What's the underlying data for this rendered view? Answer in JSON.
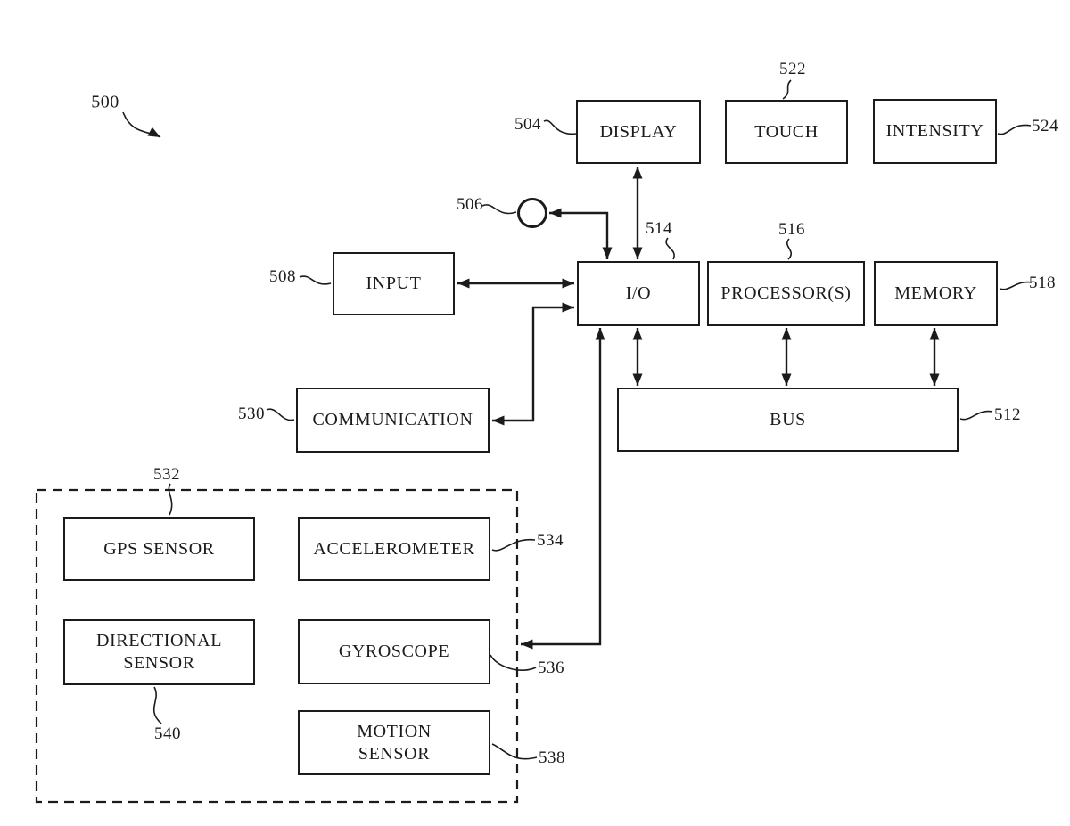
{
  "figure": {
    "fig_label": "500",
    "blocks": {
      "display": {
        "label": "DISPLAY",
        "ref": "504"
      },
      "touch": {
        "label": "TOUCH",
        "ref": "522"
      },
      "intensity": {
        "label": "INTENSITY",
        "ref": "524"
      },
      "input": {
        "label": "INPUT",
        "ref": "508"
      },
      "io": {
        "label": "I/O",
        "ref": "514"
      },
      "processors": {
        "label": "PROCESSOR(S)",
        "ref": "516"
      },
      "memory": {
        "label": "MEMORY",
        "ref": "518"
      },
      "communication": {
        "label": "COMMUNICATION",
        "ref": "530"
      },
      "bus": {
        "label": "BUS",
        "ref": "512"
      },
      "gps_sensor": {
        "label": "GPS SENSOR"
      },
      "accelerometer": {
        "label": "ACCELEROMETER",
        "ref": "534"
      },
      "directional_sensor": {
        "label": "DIRECTIONAL SENSOR",
        "ref": "540"
      },
      "gyroscope": {
        "label": "GYROSCOPE",
        "ref": "536"
      },
      "motion_sensor": {
        "label": "MOTION SENSOR",
        "ref": "538"
      },
      "sensor_group": {
        "ref": "532"
      },
      "peripheral_node": {
        "ref": "506"
      }
    }
  }
}
